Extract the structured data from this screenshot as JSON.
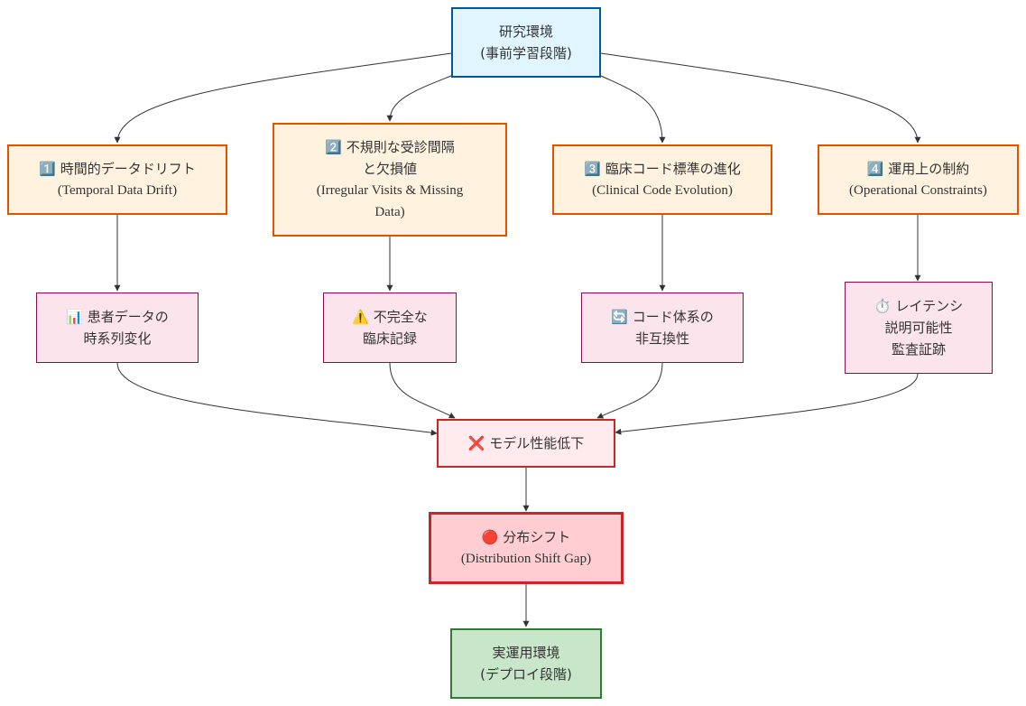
{
  "nodes": {
    "research": {
      "line1": "研究環境",
      "line2": "(事前学習段階)"
    },
    "c1": {
      "line1": "1️⃣ 時間的データドリフト",
      "line2": "(Temporal Data Drift)"
    },
    "c2": {
      "line1": "2️⃣ 不規則な受診間隔",
      "line2": "と欠損値",
      "line3": "(Irregular Visits & Missing",
      "line4": "Data)"
    },
    "c3": {
      "line1": "3️⃣ 臨床コード標準の進化",
      "line2": "(Clinical Code Evolution)"
    },
    "c4": {
      "line1": "4️⃣ 運用上の制約",
      "line2": "(Operational Constraints)"
    },
    "e1": {
      "line1": "📊 患者データの",
      "line2": "時系列変化"
    },
    "e2": {
      "line1": "⚠️ 不完全な",
      "line2": "臨床記録"
    },
    "e3": {
      "line1": "🔄 コード体系の",
      "line2": "非互換性"
    },
    "e4": {
      "line1": "⏱️ レイテンシ",
      "line2": "説明可能性",
      "line3": "監査証跡"
    },
    "degrade": {
      "line1": "❌ モデル性能低下"
    },
    "gap": {
      "line1": "🔴 分布シフト",
      "line2": "(Distribution Shift Gap)"
    },
    "deploy": {
      "line1": "実運用環境",
      "line2": "(デプロイ段階)"
    }
  },
  "edges": [
    {
      "from": "research",
      "to": "c1"
    },
    {
      "from": "research",
      "to": "c2"
    },
    {
      "from": "research",
      "to": "c3"
    },
    {
      "from": "research",
      "to": "c4"
    },
    {
      "from": "c1",
      "to": "e1"
    },
    {
      "from": "c2",
      "to": "e2"
    },
    {
      "from": "c3",
      "to": "e3"
    },
    {
      "from": "c4",
      "to": "e4"
    },
    {
      "from": "e1",
      "to": "degrade"
    },
    {
      "from": "e2",
      "to": "degrade"
    },
    {
      "from": "e3",
      "to": "degrade"
    },
    {
      "from": "e4",
      "to": "degrade"
    },
    {
      "from": "degrade",
      "to": "gap"
    },
    {
      "from": "gap",
      "to": "deploy"
    }
  ],
  "colors": {
    "research_fill": "#e1f5fe",
    "research_border": "#01579b",
    "challenge_fill": "#fff3e0",
    "challenge_border": "#e65100",
    "effect_fill": "#fce4ec",
    "effect_border": "#880e4f",
    "degrade_fill": "#ffebee",
    "degrade_border": "#c62828",
    "gap_fill": "#ffcdd2",
    "gap_border": "#c62828",
    "deploy_fill": "#c8e6c9",
    "deploy_border": "#2e7d32",
    "edge": "#333333"
  }
}
